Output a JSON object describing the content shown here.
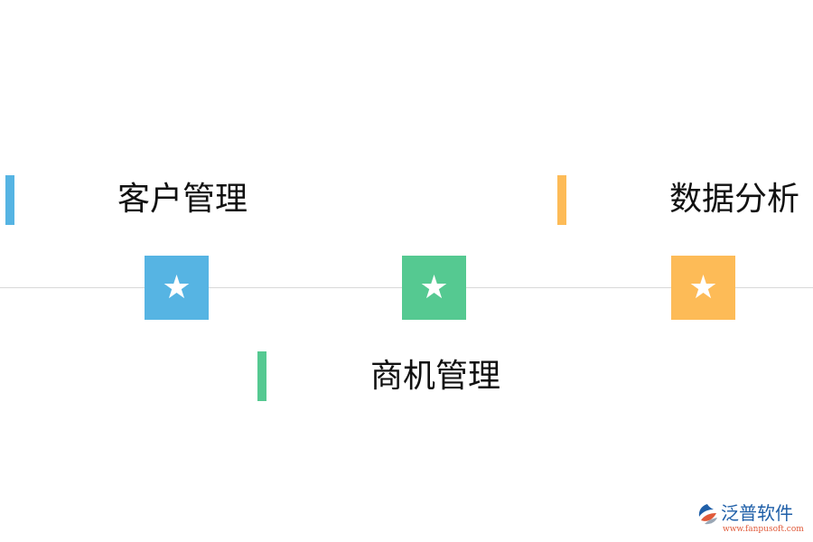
{
  "items": [
    {
      "label": "客户管理",
      "color": "#56b4e3",
      "icon": "star-icon",
      "glyph": "★"
    },
    {
      "label": "商机管理",
      "color": "#55c991",
      "icon": "star-icon",
      "glyph": "★"
    },
    {
      "label": "数据分析",
      "color": "#fdbb57",
      "icon": "star-icon",
      "glyph": "★"
    }
  ],
  "logo": {
    "text": "泛普软件",
    "url": "www.fanpusoft.com",
    "icon": "fanpu-logo-icon",
    "color": "#1f5fa8",
    "url_color": "#e05a3a"
  }
}
